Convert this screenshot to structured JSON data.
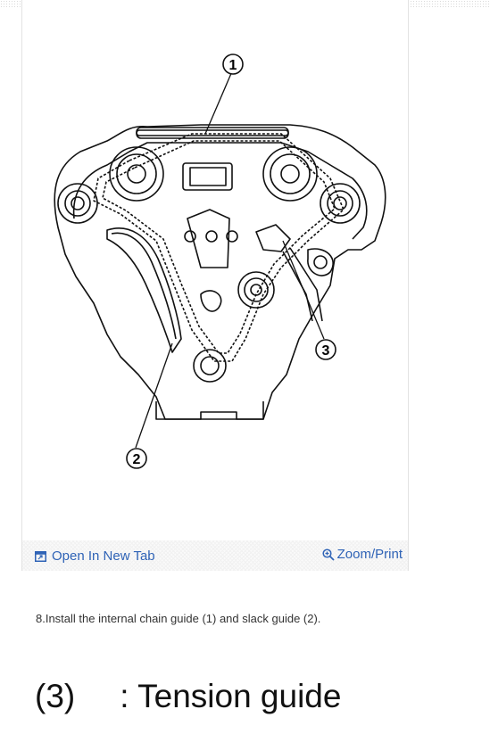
{
  "diagram": {
    "callouts": [
      "1",
      "2",
      "3"
    ]
  },
  "links": {
    "open_label": "Open In New Tab",
    "zoom_label": "Zoom/Print"
  },
  "instruction": "8.Install the internal chain guide (1) and slack guide (2).",
  "caption": {
    "number": "(3)",
    "text": ": Tension guide"
  },
  "colors": {
    "link": "#2f63b6",
    "drawing": "#111111"
  }
}
